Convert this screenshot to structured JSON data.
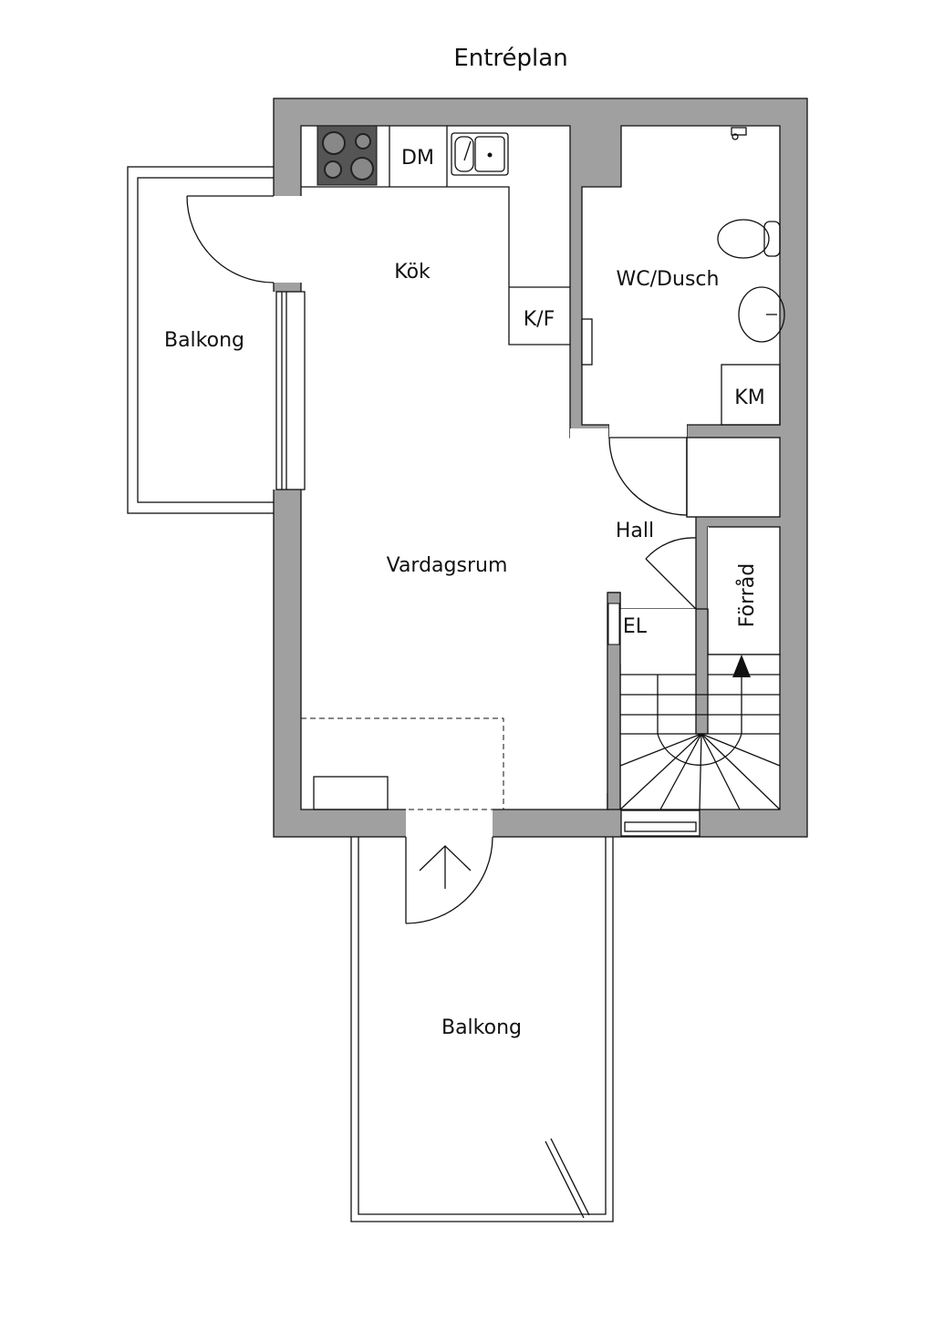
{
  "title": "Entréplan",
  "rooms": {
    "kitchen": "Kök",
    "bathroom": "WC/Dusch",
    "living": "Vardagsrum",
    "hall": "Hall",
    "storage": "Förråd",
    "balcony_left": "Balkong",
    "balcony_bottom": "Balkong"
  },
  "fixtures": {
    "dishwasher": "DM",
    "fridge_freezer": "K/F",
    "washing_machine": "KM",
    "electrical": "EL"
  },
  "colors": {
    "wall": "#a0a0a0",
    "stove": "#555555",
    "line": "#111111"
  }
}
